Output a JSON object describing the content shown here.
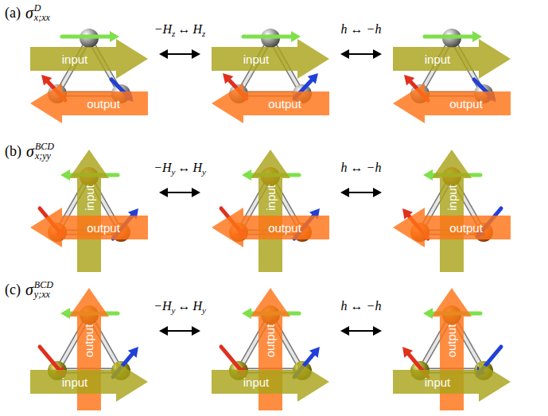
{
  "diagram": {
    "nodes": [
      {
        "text": [
          "input"
        ]
      },
      {
        "text": [
          "output"
        ]
      },
      {
        "text": [
          "input"
        ]
      },
      {
        "text": [
          "output"
        ]
      },
      {
        "text": [
          "input"
        ]
      },
      {
        "text": [
          "output"
        ]
      },
      {
        "text": [
          "input"
        ]
      },
      {
        "text": [
          "output"
        ]
      },
      {
        "text": [
          "input"
        ]
      },
      {
        "text": [
          "output"
        ]
      },
      {
        "text": [
          "input"
        ]
      },
      {
        "text": [
          "output"
        ]
      },
      {
        "text": [
          "output"
        ]
      },
      {
        "text": [
          "input"
        ]
      },
      {
        "text": [
          "output"
        ]
      },
      {
        "text": [
          "input"
        ]
      },
      {
        "text": [
          "output"
        ]
      },
      {
        "text": [
          "input"
        ]
      }
    ],
    "labels": [
      "(a)",
      "σ",
      "D",
      "x;xx",
      "−H",
      "z",
      "↔",
      "H",
      "z",
      "h ↔ −h",
      "(b)",
      "σ",
      "BCD",
      "x;yy",
      "−H",
      "y",
      "↔",
      "H",
      "y",
      "h ↔ −h",
      "(c)",
      "σ",
      "BCD",
      "y;xx",
      "−H",
      "y",
      "↔",
      "H",
      "y",
      "h ↔ −h"
    ]
  }
}
